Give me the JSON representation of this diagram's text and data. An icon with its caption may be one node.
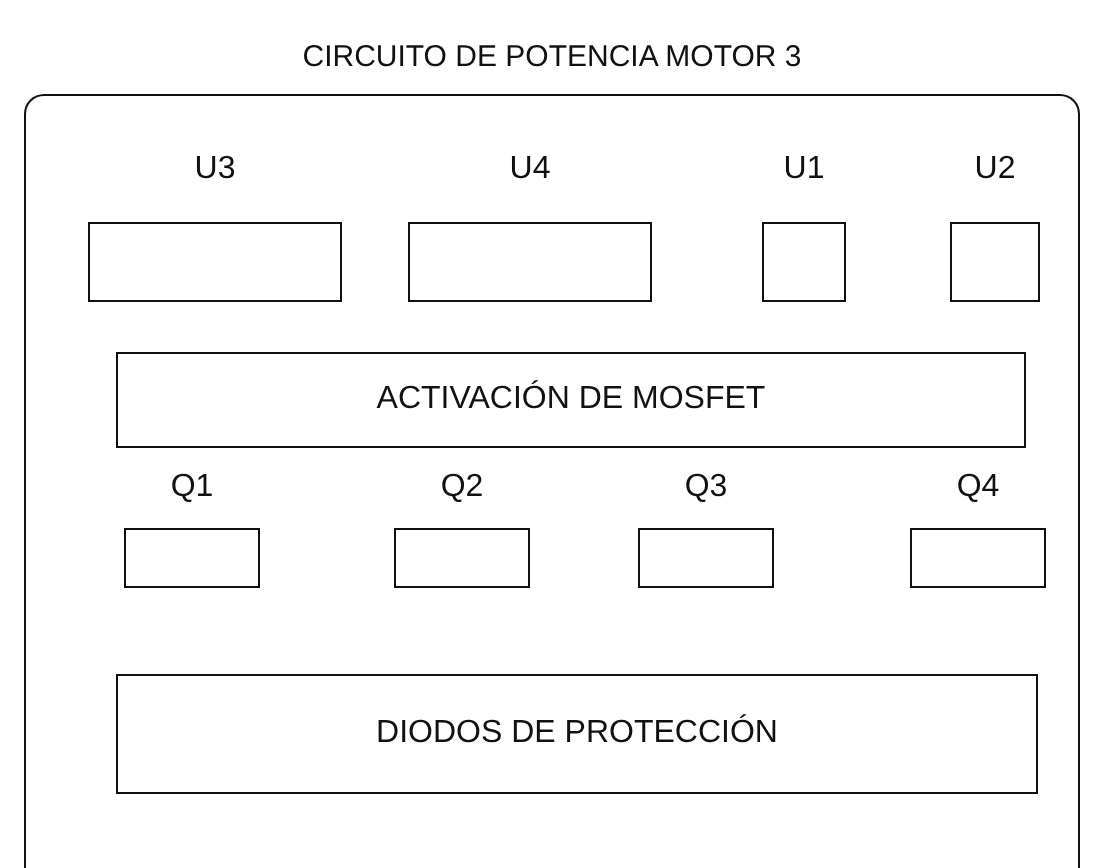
{
  "diagram": {
    "nodes": [
      {
        "text": [
          "CIRCUITO DE POTENCIA MOTOR 3"
        ]
      },
      {
        "text": [
          "U3"
        ],
        "in": 0
      },
      {
        "text": [
          "U4"
        ],
        "in": 0
      },
      {
        "text": [
          "U1"
        ],
        "in": 0
      },
      {
        "text": [
          "U2"
        ],
        "in": 0
      },
      {
        "text": [
          "ACTIVACIÓN DE MOSFET"
        ],
        "in": 0
      },
      {
        "text": [
          "Q1"
        ],
        "in": 0
      },
      {
        "text": [
          "Q2"
        ],
        "in": 0
      },
      {
        "text": [
          "Q3"
        ],
        "in": 0
      },
      {
        "text": [
          "Q4"
        ],
        "in": 0
      },
      {
        "text": [
          "DIODOS DE PROTECCIÓN"
        ],
        "in": 0
      }
    ]
  }
}
